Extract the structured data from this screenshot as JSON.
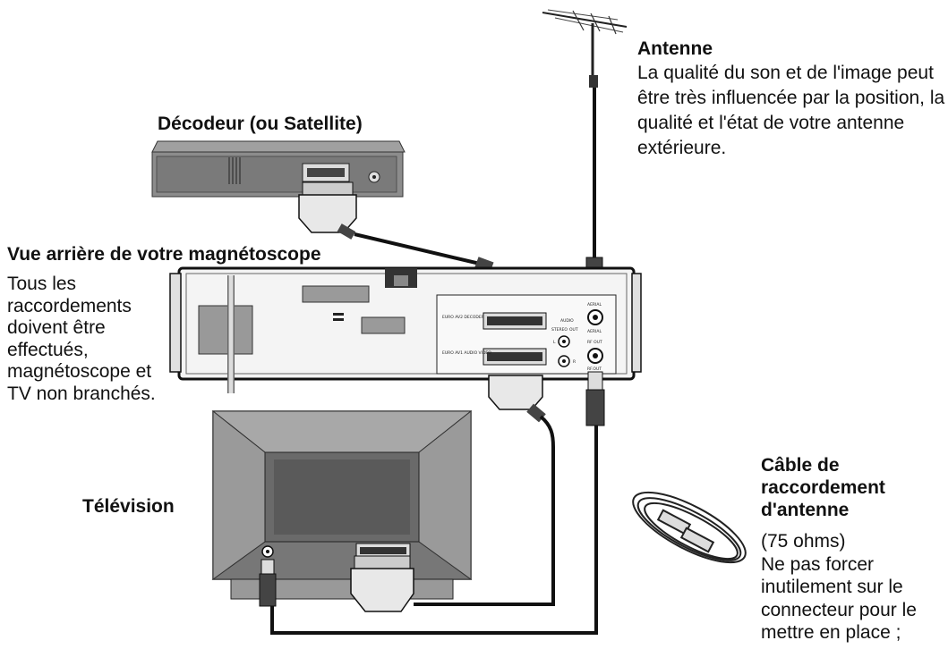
{
  "antenna": {
    "title": "Antenne",
    "description": "La qualité du son et de l'image peut être très influencée par la position, la qualité et l'état de votre antenne extérieure."
  },
  "decoder": {
    "title": "Décodeur (ou Satellite)"
  },
  "vcr": {
    "title": "Vue arrière de votre magnétoscope",
    "note": "Tous les raccordements doivent être effectués, magnétoscope et TV non branchés.",
    "panel": {
      "scart1": "EURO AV2 DECODER",
      "scart2": "EURO AV1 AUDIO VIDEO",
      "audio": "AUDIO",
      "stereo": "STEREO",
      "out": "OUT",
      "left": "L",
      "right": "R",
      "aerial_top": "AERIAL",
      "aerial_label": "AERIAL",
      "rf_out_top": "RF OUT",
      "rf_out_label": "RF.OUT"
    }
  },
  "tv": {
    "title": "Télévision"
  },
  "cable": {
    "title": "Câble de raccordement d'antenne",
    "spec": "(75 ohms)",
    "note": "Ne pas forcer inutilement sur le connecteur pour le mettre en place ;"
  },
  "colors": {
    "ink": "#111111",
    "device_gray": "#8c8c8c",
    "device_dark": "#555555"
  }
}
